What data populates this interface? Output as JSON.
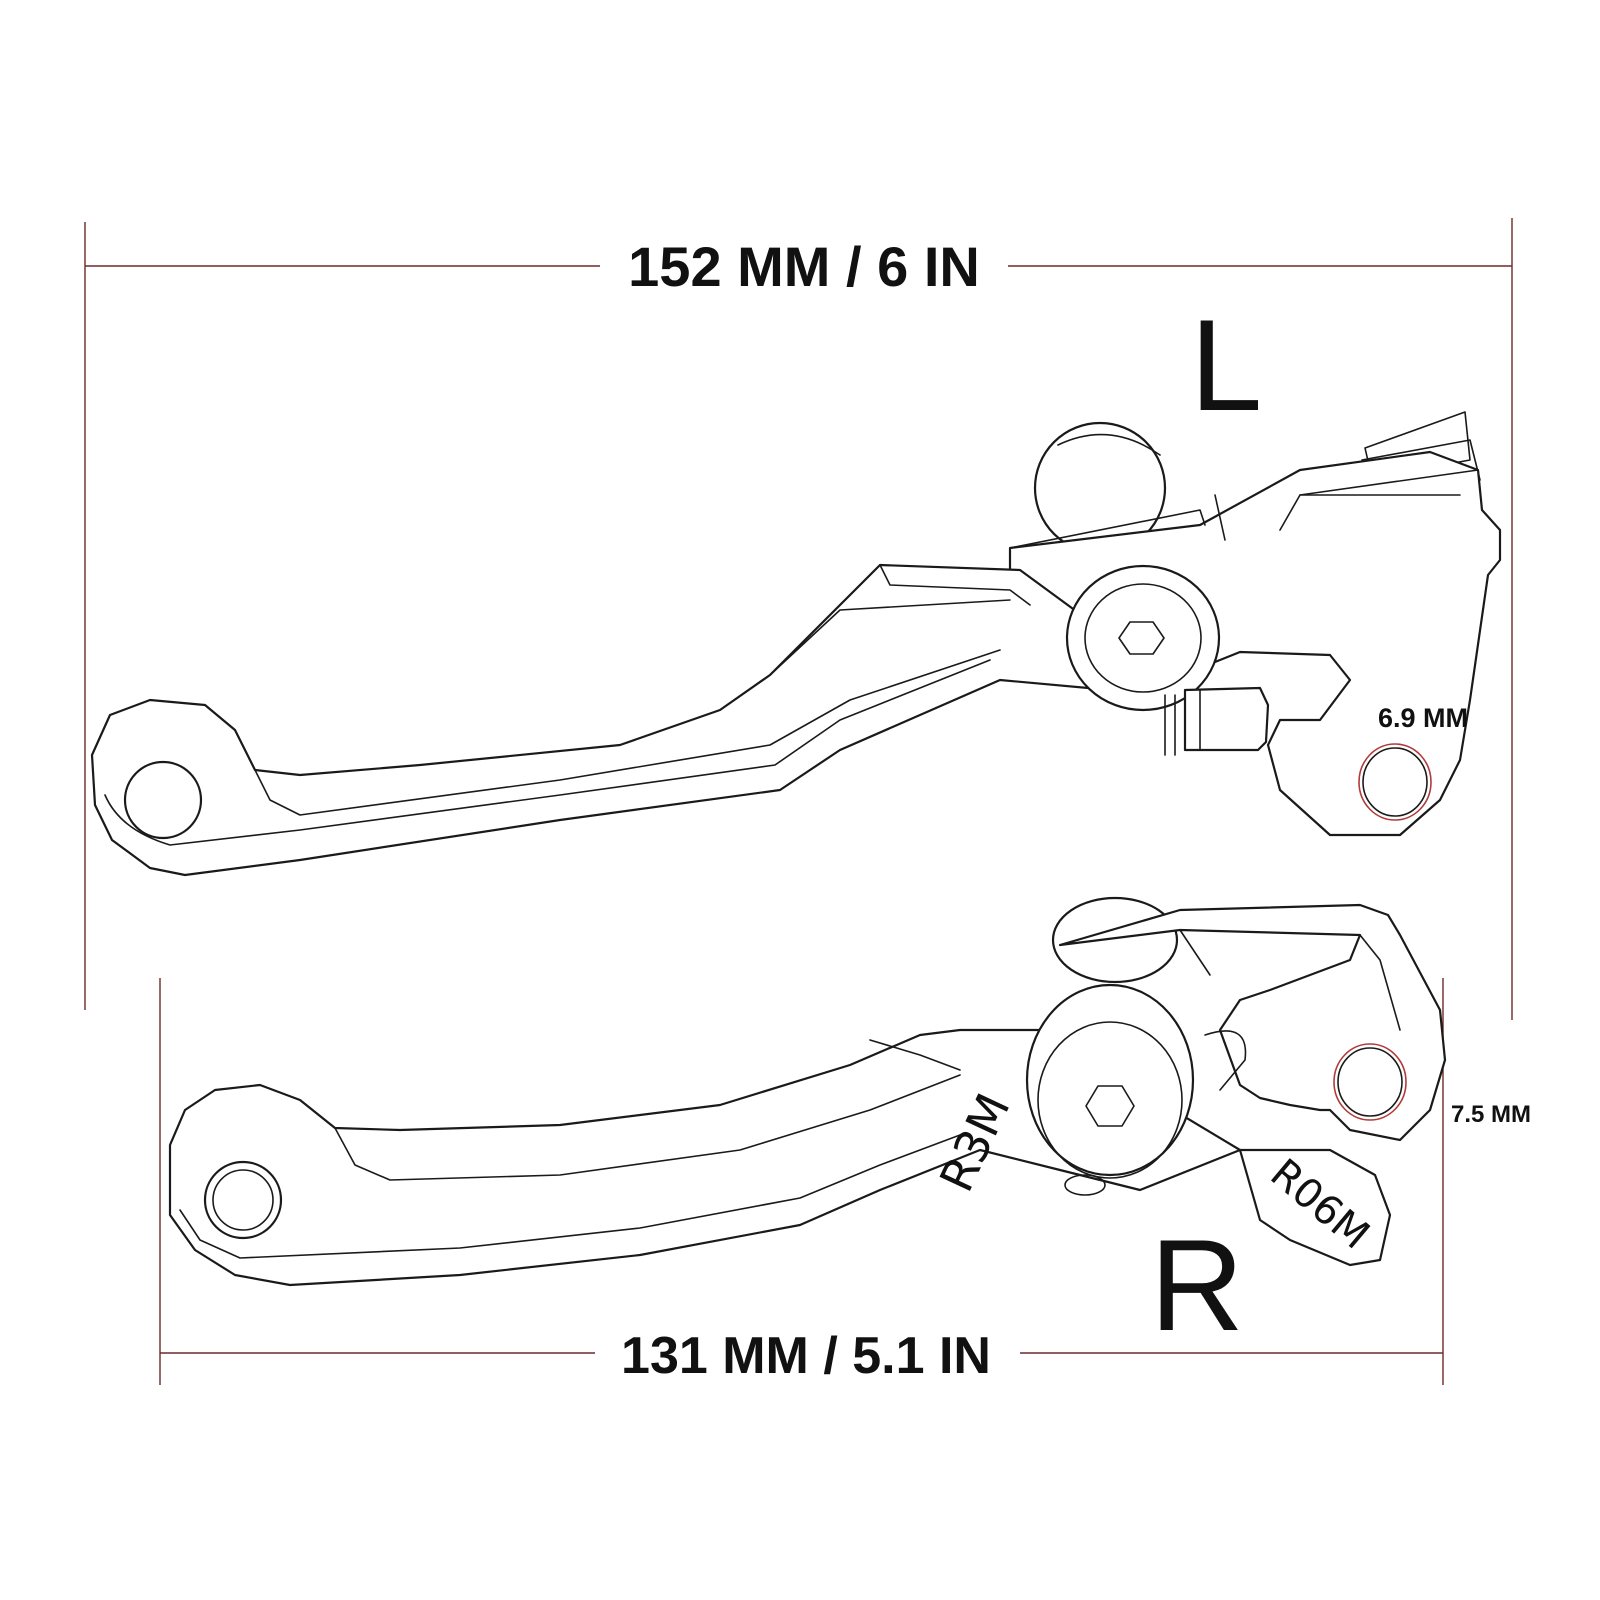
{
  "dimensions": {
    "top_width": "152 MM / 6 IN",
    "bottom_width": "131 MM / 5.1 IN",
    "left_hole": "6.9 MM",
    "right_hole": "7.5 MM"
  },
  "labels": {
    "left_lever": "L",
    "right_lever": "R",
    "engraving_1": "R3M",
    "engraving_2": "R06M"
  }
}
